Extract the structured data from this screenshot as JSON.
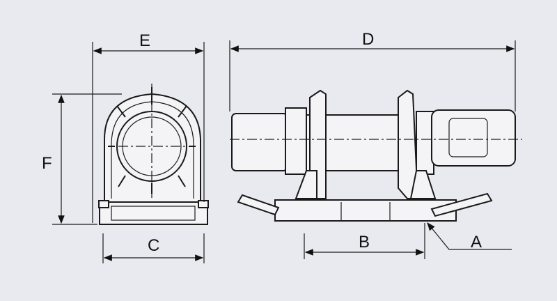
{
  "diagram": {
    "labels": {
      "E": "E",
      "D": "D",
      "F": "F",
      "C": "C",
      "B": "B",
      "A": "A"
    },
    "colors": {
      "background": "#e9eaef",
      "ink": "#1a1a1a"
    }
  }
}
